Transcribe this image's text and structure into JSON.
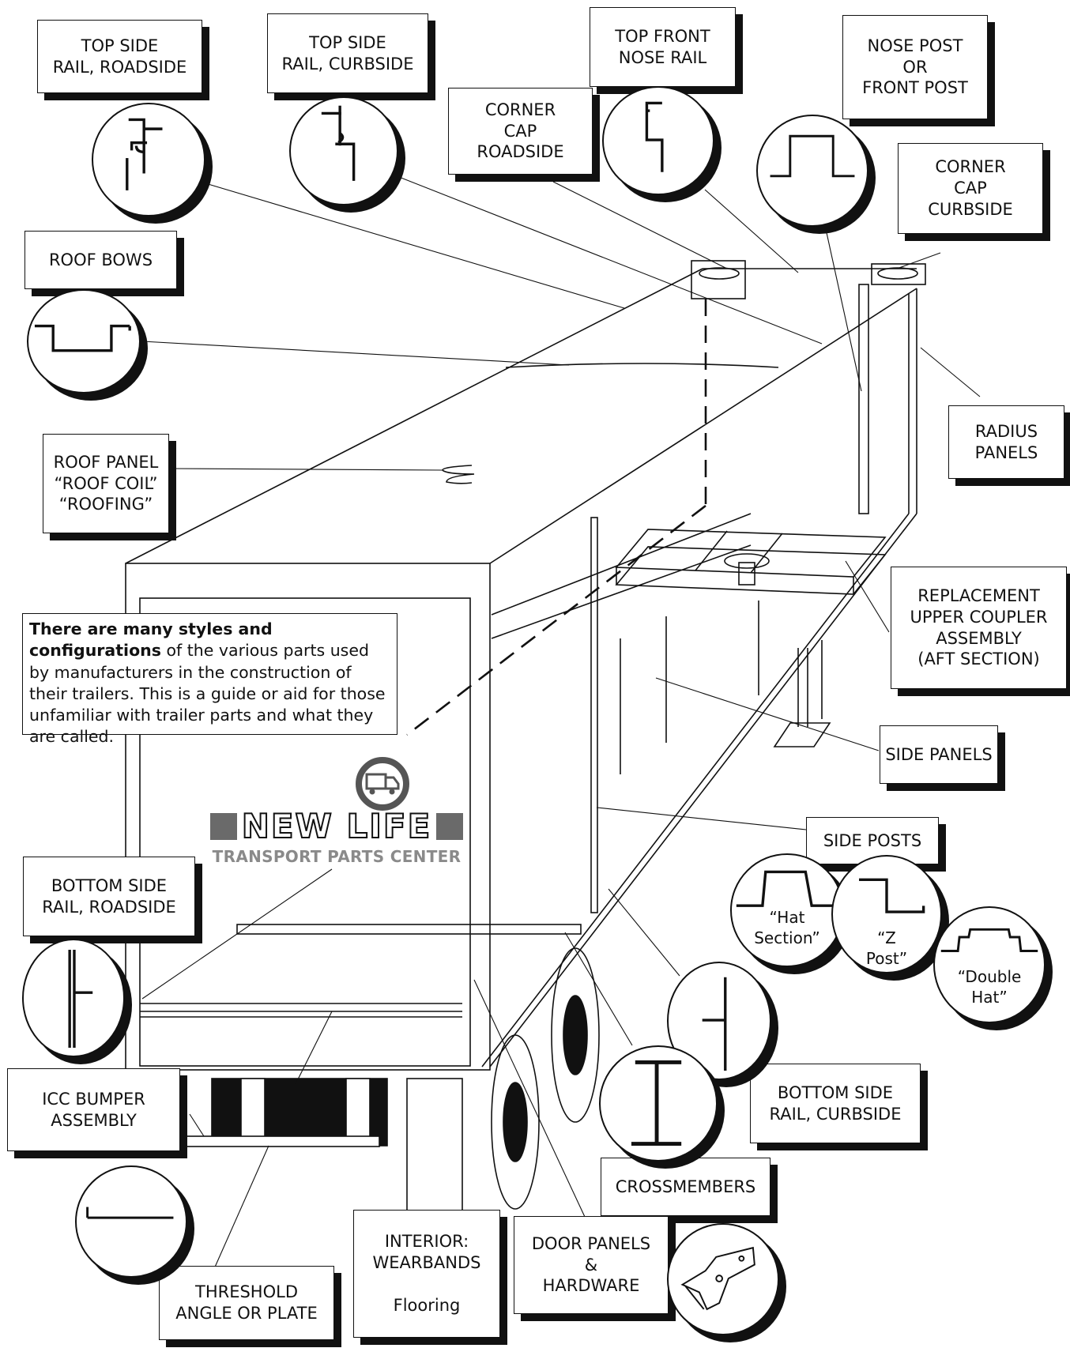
{
  "labels": {
    "top_side_rail_roadside": "TOP SIDE\nRAIL, ROADSIDE",
    "top_side_rail_curbside": "TOP SIDE\nRAIL, CURBSIDE",
    "top_front_nose_rail": "TOP FRONT\nNOSE RAIL",
    "nose_post": "NOSE POST\nOR\nFRONT POST",
    "corner_cap_roadside": "CORNER\nCAP\nROADSIDE",
    "corner_cap_curbside": "CORNER\nCAP\nCURBSIDE",
    "roof_bows": "ROOF BOWS",
    "roof_panel": "ROOF PANEL\n“ROOF COIL”\n“ROOFING”",
    "radius_panels": "RADIUS\nPANELS",
    "upper_coupler": "REPLACEMENT\nUPPER COUPLER\nASSEMBLY\n(AFT SECTION)",
    "side_panels": "SIDE PANELS",
    "side_posts": "SIDE POSTS",
    "bottom_side_rail_roadside": "BOTTOM SIDE\nRAIL, ROADSIDE",
    "bottom_side_rail_curbside": "BOTTOM SIDE\nRAIL, CURBSIDE",
    "icc_bumper": "ICC BUMPER\nASSEMBLY",
    "crossmembers": "CROSSMEMBERS",
    "threshold": "THRESHOLD\nANGLE OR PLATE",
    "interior": "INTERIOR:\nWEARBANDS\n\nFlooring",
    "door_panels": "DOOR PANELS\n&\nHARDWARE"
  },
  "post_types": {
    "hat_section": "“Hat\nSection”",
    "z_post": "“Z\nPost”",
    "double_hat": "“Double\nHat”"
  },
  "note": {
    "bold": "There are many styles and configurations",
    "text": " of the various parts used by manufacturers in the construction of their trailers.  This is a guide  or aid for  those unfamiliar with trailer parts and what they are called."
  },
  "logo": {
    "name": "NEW LIFE",
    "subtitle": "TRANSPORT PARTS CENTER"
  }
}
